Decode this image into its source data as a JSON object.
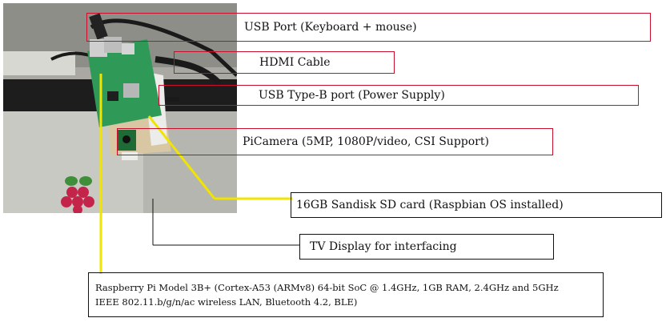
{
  "labels": {
    "usb_port": "USB Port (Keyboard + mouse)",
    "hdmi": "HDMI Cable",
    "usb_type_b": "USB Type-B port (Power Supply)",
    "picamera": "PiCamera (5MP, 1080P/video, CSI Support)",
    "sd_card": "16GB Sandisk SD card (Raspbian OS installed)",
    "tv_display": "TV Display for interfacing"
  },
  "spec": {
    "line1": "Raspberry Pi Model 3B+ (Cortex-A53 (ARMv8) 64-bit SoC @ 1.4GHz, 1GB RAM, 2.4GHz and 5GHz",
    "line2": "IEEE 802.11.b/g/n/ac wireless LAN, Bluetooth 4.2, BLE)"
  },
  "colors": {
    "callout_border_red": "#c8102e",
    "callout_border_black": "#111111",
    "leader_yellow": "#f0e400",
    "leader_black": "#111111"
  }
}
